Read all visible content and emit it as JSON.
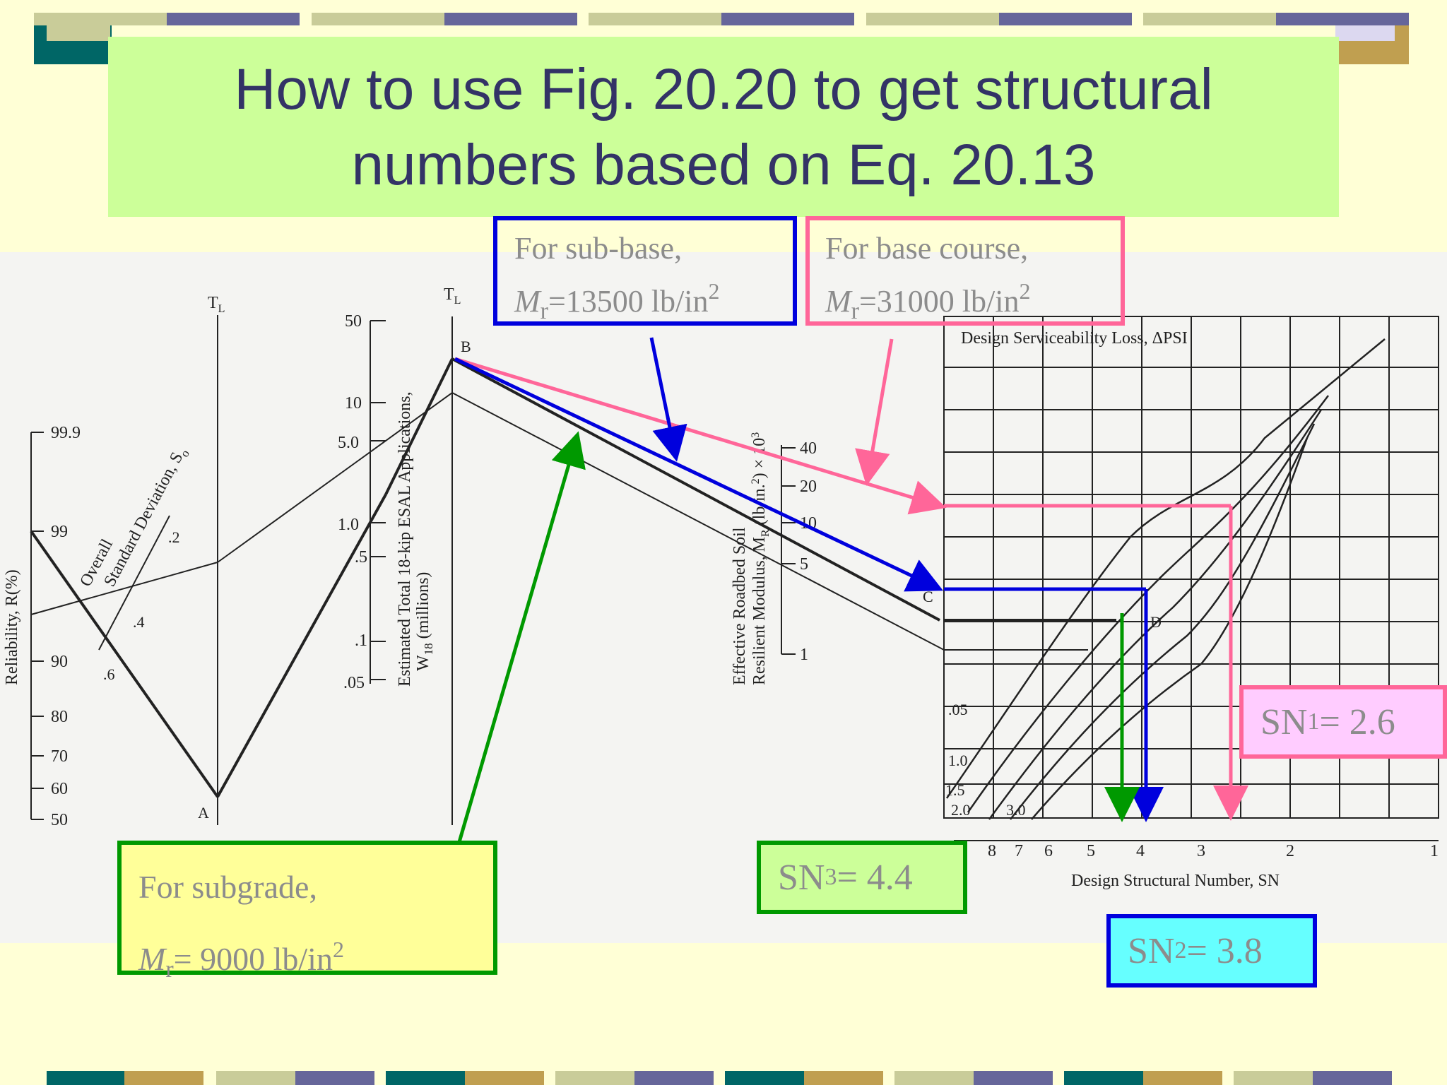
{
  "title": {
    "line1": "How to use Fig. 20.20 to get structural",
    "line2": "numbers based on Eq. 20.13"
  },
  "callouts": {
    "subbase": {
      "heading": "For sub-base,",
      "var": "M",
      "sub": "r",
      "value": "=13500 lb/in",
      "sup": "2",
      "color": "#0000dd"
    },
    "base": {
      "heading": "For base course,",
      "var": "M",
      "sub": "r",
      "value": "=31000 lb/in",
      "sup": "2",
      "color": "#ff6699"
    },
    "subgrade": {
      "heading": "For subgrade,",
      "var": "M",
      "sub": "r",
      "value": "= 9000 lb/in",
      "sup": "2",
      "color": "#009900",
      "fill": "#ffff99"
    }
  },
  "sn_labels": {
    "sn1": {
      "name": "SN",
      "sub": "1",
      "value": "= 2.6",
      "color": "#ff6699",
      "fill": "#ffccff"
    },
    "sn2": {
      "name": "SN",
      "sub": "2",
      "value": "= 3.8",
      "color": "#0000dd",
      "fill": "#66ffff"
    },
    "sn3": {
      "name": "SN",
      "sub": "3",
      "value": "= 4.4",
      "color": "#009900",
      "fill": "#ccff99"
    }
  },
  "nomograph": {
    "turning_line": "T",
    "turning_line_sub": "L",
    "reliability_label": "Reliability, R(%)",
    "reliability_ticks": [
      "99.9",
      "99",
      "90",
      "80",
      "70",
      "60",
      "50"
    ],
    "std_dev_label_1": "Overall",
    "std_dev_label_2": "Standard Deviation, S",
    "std_dev_label_sub": "o",
    "std_dev_ticks": [
      ".2",
      ".4",
      ".6"
    ],
    "esal_label_1": "Estimated Total 18-kip ESAL Applications,",
    "esal_label_2": "W",
    "esal_label_sub": "18",
    "esal_label_3": " (millions)",
    "esal_ticks": [
      "50",
      "10",
      "5.0",
      "1.0",
      ".5",
      ".1",
      ".05"
    ],
    "modulus_label_1": "Effective Roadbed Soil",
    "modulus_label_2": "Resilient Modulus, M",
    "modulus_label_sub": "R",
    "modulus_label_3": " (lb/in.",
    "modulus_label_sup1": "2",
    "modulus_label_4": ") × 10",
    "modulus_label_sup2": "3",
    "modulus_ticks": [
      "40",
      "20",
      "10",
      "5",
      "1"
    ],
    "points": [
      "A",
      "B",
      "C",
      "D"
    ],
    "psi_title": "Design Serviceability Loss, ΔPSI",
    "psi_values": [
      ".05",
      "1.0",
      "1.5",
      "2.0",
      "3.0"
    ],
    "sn_axis_title": "Design Structural Number, SN",
    "sn_ticks": [
      "8",
      "7",
      "6",
      "5",
      "4",
      "3",
      "2",
      "1"
    ]
  }
}
